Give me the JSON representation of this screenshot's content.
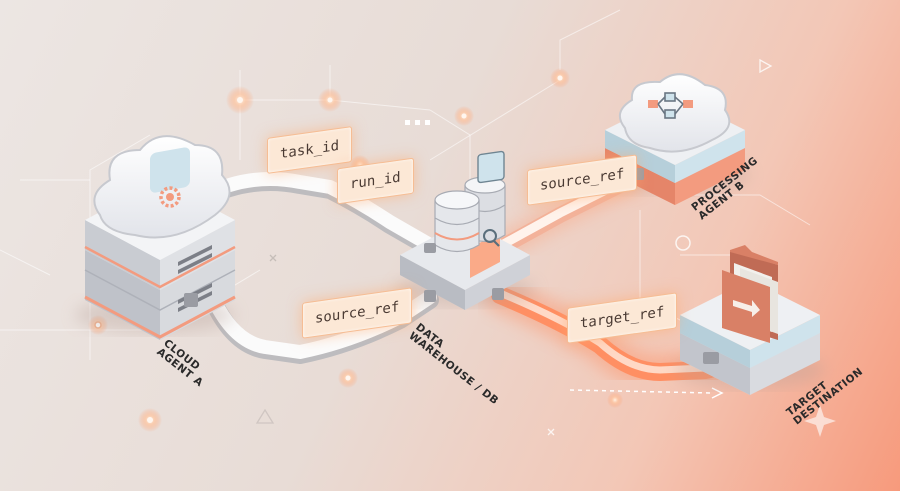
{
  "diagram": {
    "nodes": [
      {
        "id": "cloud_agent_a",
        "label_lines": [
          "CLOUD",
          "AGENT A"
        ],
        "icon": "gear-cloud-server-icon"
      },
      {
        "id": "data_warehouse",
        "label_lines": [
          "DATA",
          "WAREHOUSE / DB"
        ],
        "icon": "database-search-icon"
      },
      {
        "id": "processing_agent_b",
        "label_lines": [
          "PROCESSING",
          "AGENT B"
        ],
        "icon": "workflow-cloud-icon"
      },
      {
        "id": "target_destination",
        "label_lines": [
          "TARGET",
          "DESTINATION"
        ],
        "icon": "folder-arrow-icon"
      }
    ],
    "edge_tags": {
      "task_id": "task_id",
      "run_id": "run_id",
      "source_ref_a": "source_ref",
      "source_ref_b": "source_ref",
      "target_ref": "target_ref"
    },
    "edges": [
      {
        "from": "cloud_agent_a",
        "to": "data_warehouse",
        "tags": [
          "task_id",
          "run_id"
        ]
      },
      {
        "from": "cloud_agent_a",
        "to": "data_warehouse",
        "tags": [
          "source_ref"
        ]
      },
      {
        "from": "data_warehouse",
        "to": "processing_agent_b",
        "tags": [
          "source_ref"
        ]
      },
      {
        "from": "data_warehouse",
        "to": "target_destination",
        "tags": [
          "target_ref"
        ]
      }
    ],
    "colors": {
      "pipe_white": "#fbfbfb",
      "pipe_orange": "#ff8a5c",
      "tag_fill": "#fce8d6",
      "accent_blue": "#cfe3ec",
      "accent_salmon": "#f39b7f"
    }
  }
}
